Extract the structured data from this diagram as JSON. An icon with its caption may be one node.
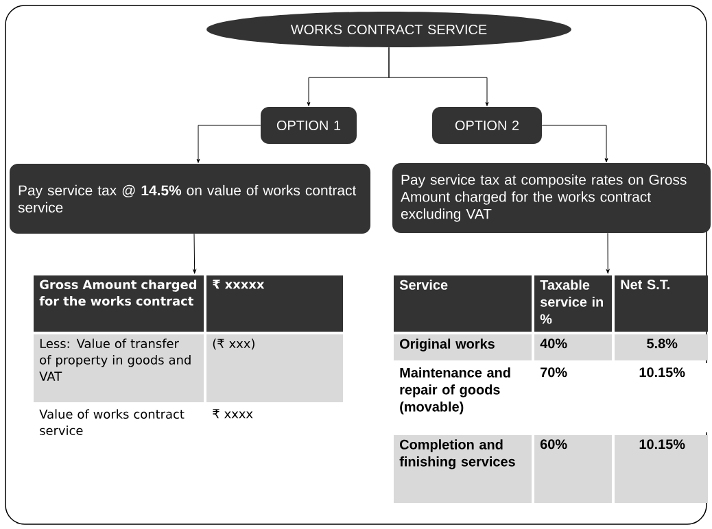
{
  "diagram": {
    "nodes": [
      {
        "text": [
          "WORKS CONTRACT SERVICE"
        ]
      },
      {
        "text": [
          "OPTION 1"
        ]
      },
      {
        "text": [
          "OPTION 2"
        ]
      },
      {
        "text": [
          "Pay service tax @ **14.5%** on value of works contract service"
        ]
      },
      {
        "text": [
          "Pay service tax at composite rates on Gross Amount charged for the works contract excluding VAT"
        ]
      },
      {
        "text": [
          "Gross Amount charged for the works contract",
          "₹ xxxxx",
          "Less: Value of transfer of property in goods and VAT",
          "(₹ xxx)",
          "Value of works contract service",
          "₹ xxxx"
        ]
      },
      {
        "text": [
          "Service",
          "Taxable service in %",
          "Net S.T.",
          "Original works",
          "40%",
          "5.8%",
          "Maintenance and repair of goods (movable)",
          "70%",
          "10.15%",
          "Completion and finishing services",
          "60%",
          "10.15%"
        ]
      }
    ],
    "edges": [
      {
        "from": 0,
        "to": 1,
        "arrow": "to"
      },
      {
        "from": 0,
        "to": 2,
        "arrow": "to"
      },
      {
        "from": 1,
        "to": 3,
        "arrow": "to"
      },
      {
        "from": 2,
        "to": 4,
        "arrow": "to"
      },
      {
        "from": 3,
        "to": 5,
        "arrow": "to"
      },
      {
        "from": 4,
        "to": 6,
        "arrow": "to"
      }
    ]
  }
}
